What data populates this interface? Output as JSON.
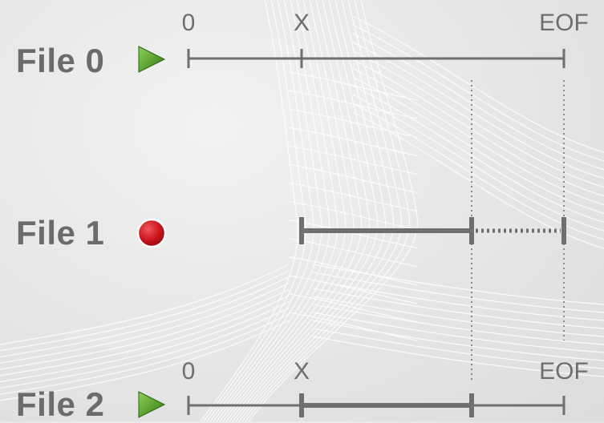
{
  "files": [
    {
      "label": "File 0",
      "status_icon": "play-icon"
    },
    {
      "label": "File 1",
      "status_icon": "record-icon"
    },
    {
      "label": "File 2",
      "status_icon": "play-icon"
    }
  ],
  "ticks": {
    "start": "0",
    "x": "X",
    "eof": "EOF"
  },
  "colors": {
    "line": "#6f6f6f",
    "label": "#6b6b6b",
    "play_green": "#3f8a1a",
    "record_red": "#c8141c",
    "background": "#e6e6e6",
    "wave": "#ffffff"
  }
}
